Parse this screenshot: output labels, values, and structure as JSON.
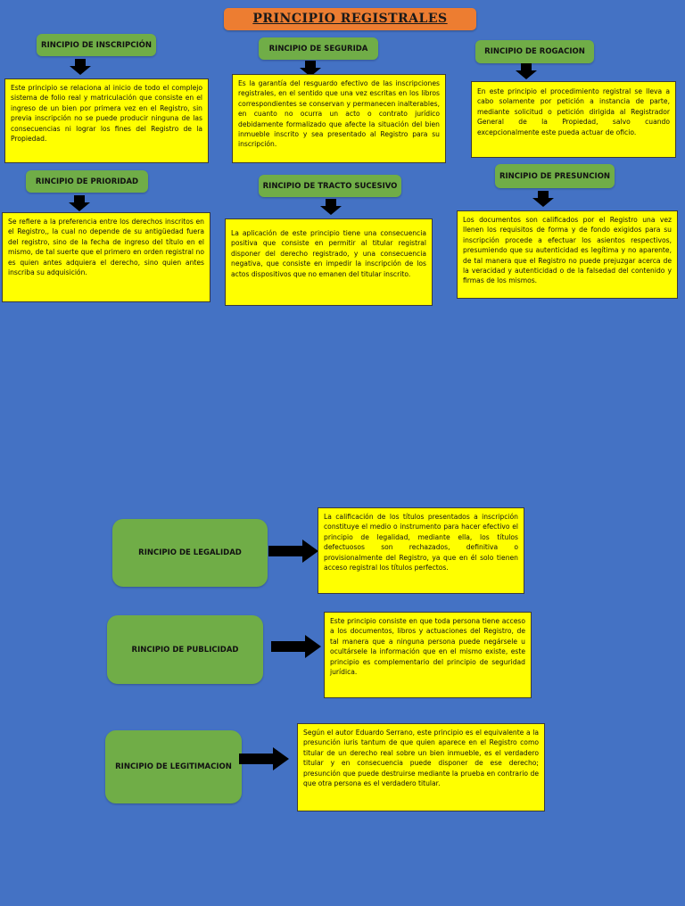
{
  "title": "PRINCIPIO REGISTRALES",
  "principles": {
    "inscripcion": {
      "label": "RINCIPIO DE INSCRIPCIÓN",
      "text": "Este principio se relaciona al inicio de todo el complejo sistema de folio real y matriculación que consiste en el ingreso de un bien por primera vez en el Registro, sin previa inscripción no se puede producir ninguna de las consecuencias ni lograr los fines del Registro de la Propiedad."
    },
    "seguridad": {
      "label": "RINCIPIO DE SEGURIDA",
      "text": "Es la garantía del resguardo efectivo de las inscripciones registrales, en el sentido que una vez escritas en los libros correspondientes se conservan y permanecen inalterables, en cuanto no ocurra un acto o contrato jurídico debidamente formalizado que afecte la situación del bien inmueble inscrito y sea presentado al Registro para su inscripción."
    },
    "rogacion": {
      "label": "RINCIPIO DE ROGACION",
      "text": "En este principio el procedimiento registral se lleva a cabo solamente por petición a instancia de parte, mediante solicitud o petición dirigida al Registrador General de la Propiedad, salvo cuando excepcionalmente este pueda actuar de oficio."
    },
    "prioridad": {
      "label": "RINCIPIO DE PRIORIDAD",
      "text": "Se refiere a la preferencia entre los derechos inscritos en el Registro,, la cual no depende de su antigüedad fuera del registro, sino de la fecha de ingreso del título en el mismo, de tal suerte que el primero en orden registral no es quien antes adquiera el derecho, sino quien antes inscriba su adquisición."
    },
    "tracto": {
      "label": "RINCIPIO DE TRACTO SUCESIVO",
      "text": "La aplicación de este principio tiene una consecuencia positiva que consiste en permitir al titular registral disponer del derecho registrado, y una consecuencia negativa, que consiste en impedir la inscripción de los actos dispositivos que no emanen del titular inscrito."
    },
    "presuncion": {
      "label": "RINCIPIO DE PRESUNCION",
      "text": "Los documentos son calificados por el Registro una vez llenen los requisitos de forma y de fondo exigidos para su inscripción procede a efectuar los asientos respectivos, presumiendo que su autenticidad es legítima y no aparente, de tal manera que el Registro no puede prejuzgar acerca de la veracidad y autenticidad o de la falsedad del contenido y firmas de los mismos."
    },
    "legalidad": {
      "label": "RINCIPIO DE LEGALIDAD",
      "text": "La calificación de los títulos presentados a inscripción constituye el medio o instrumento para hacer efectivo el principio de legalidad, mediante ella, los títulos defectuosos son rechazados, definitiva o provisionalmente del Registro, ya que en él solo tienen acceso registral los títulos perfectos."
    },
    "publicidad": {
      "label": "RINCIPIO DE PUBLICIDAD",
      "text": "Este principio consiste en que toda persona tiene acceso a los documentos, libros y actuaciones del Registro, de tal manera que a ninguna persona puede negársele u ocultársele la información que en el mismo existe, este principio es complementario del principio de seguridad jurídica."
    },
    "legitimacion": {
      "label": "RINCIPIO DE LEGITIMACION",
      "text": "Según el autor Eduardo Serrano, este principio es el equivalente a la presunción iuris tantum de que quien aparece en el Registro como titular de un derecho real sobre un bien inmueble, es el verdadero titular y en consecuencia puede disponer de ese derecho; presunción que puede destruirse mediante la prueba en contrario de que otra persona es el verdadero titular."
    }
  },
  "colors": {
    "background": "#4472c4",
    "title": "#ed7d31",
    "label": "#70ad47",
    "box": "#ffff00",
    "arrow": "#000000"
  }
}
